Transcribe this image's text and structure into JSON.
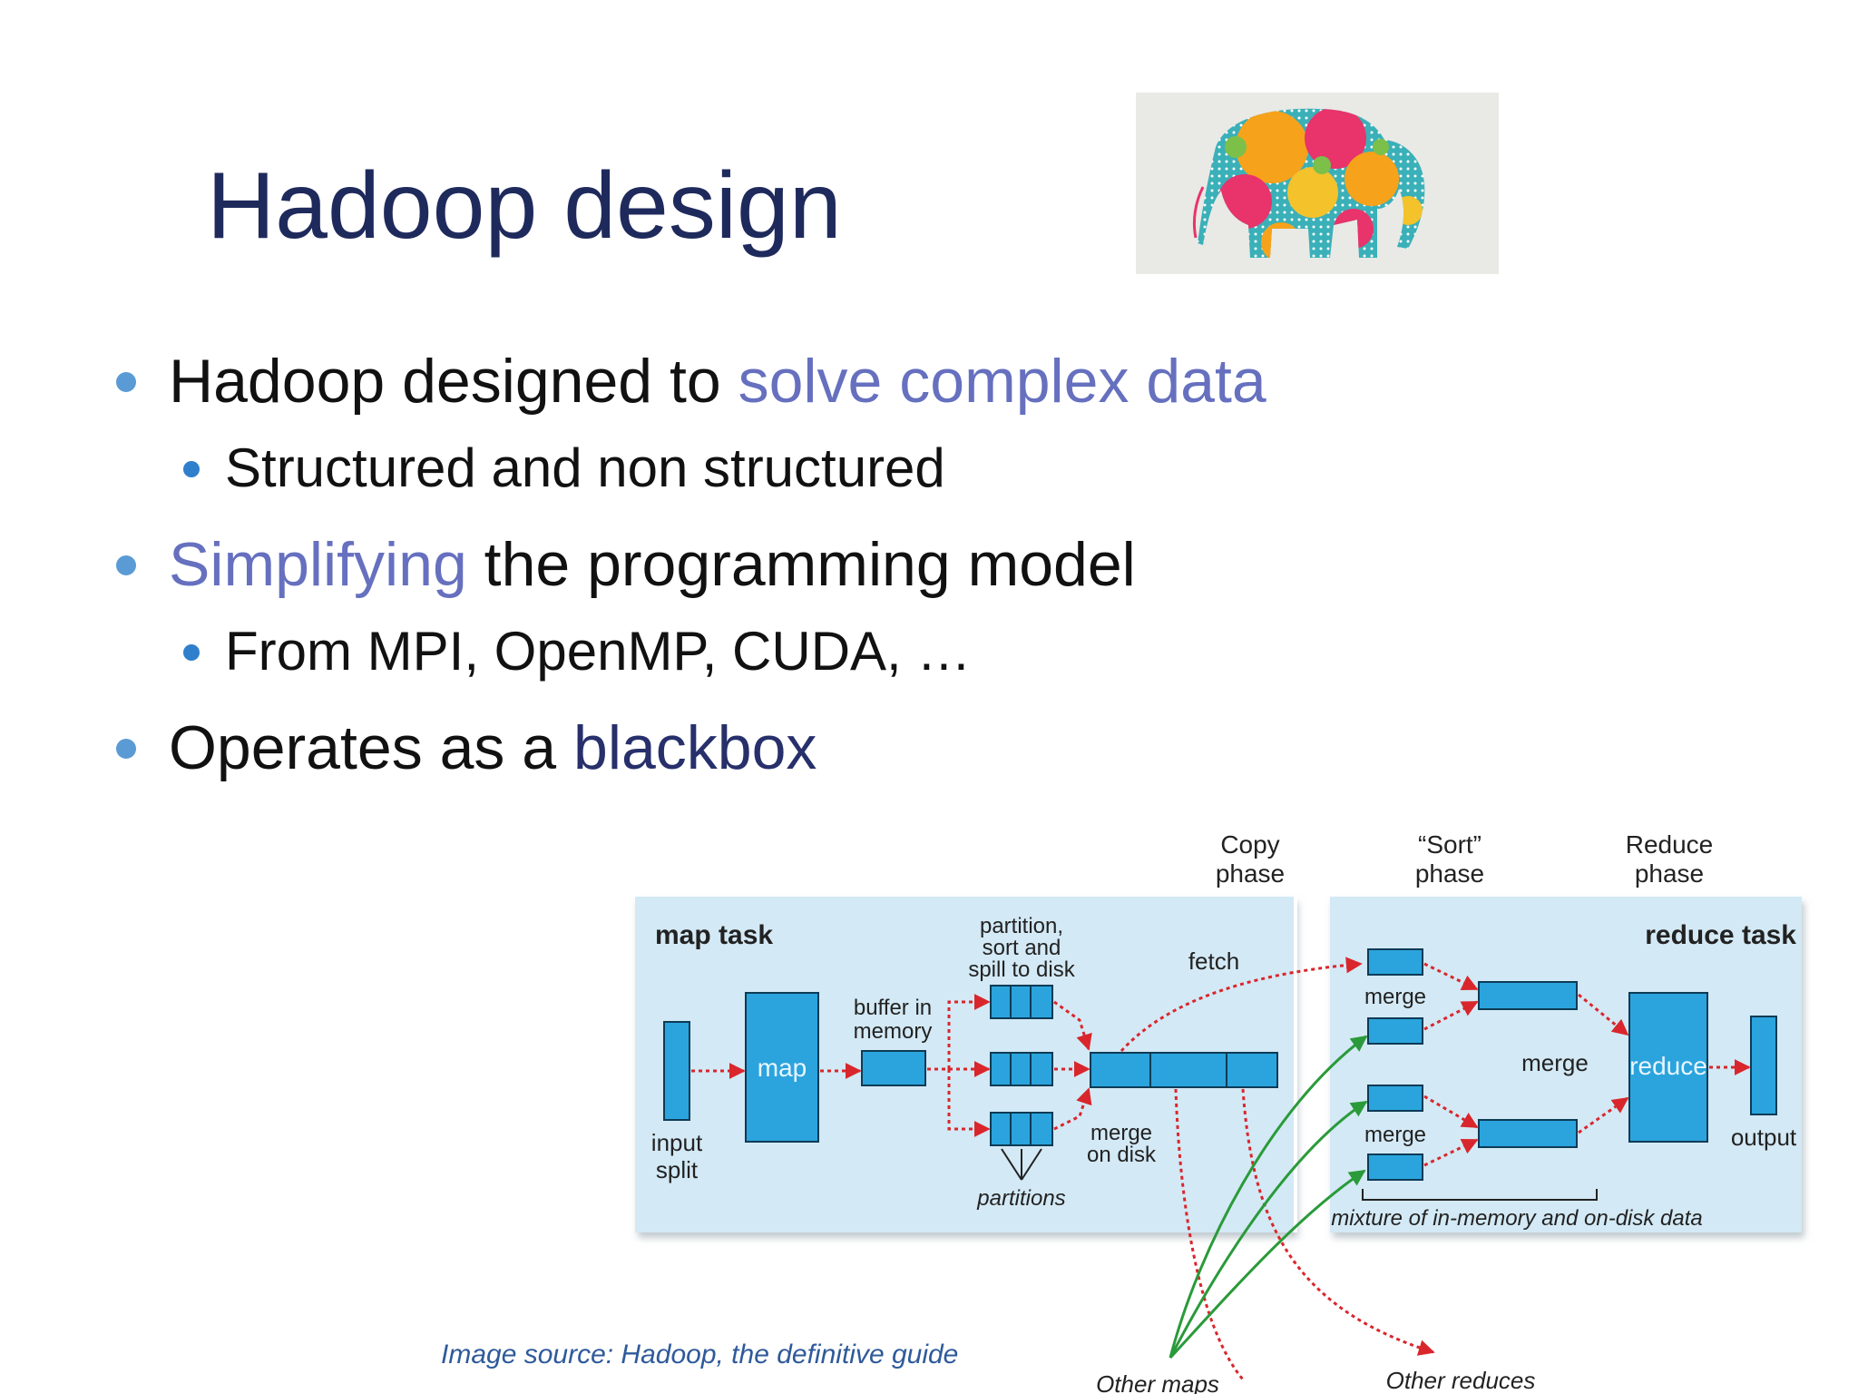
{
  "slide": {
    "title": "Hadoop design",
    "caption": "Image source: Hadoop, the definitive guide"
  },
  "bullets": [
    {
      "pre": "Hadoop designed to ",
      "hl": "solve complex data",
      "post": ""
    },
    {
      "pre": "Structured and non structured",
      "hl": "",
      "post": ""
    },
    {
      "pre": "",
      "hl": "Simplifying",
      "post": " the programming model"
    },
    {
      "pre": "From MPI, OpenMP, CUDA, …",
      "hl": "",
      "post": ""
    },
    {
      "pre": "Operates as a ",
      "hl": "blackbox",
      "post": ""
    }
  ],
  "diagram": {
    "phases": {
      "copy_1": "Copy",
      "copy_2": "phase",
      "sort_1": "“Sort”",
      "sort_2": "phase",
      "reduce_1": "Reduce",
      "reduce_2": "phase"
    },
    "map_task": "map task",
    "reduce_task": "reduce task",
    "input_1": "input",
    "input_2": "split",
    "map": "map",
    "buffer_1": "buffer in",
    "buffer_2": "memory",
    "partition_1": "partition,",
    "partition_2": "sort and",
    "partition_3": "spill to disk",
    "partitions": "partitions",
    "merge_disk_1": "merge",
    "merge_disk_2": "on disk",
    "fetch": "fetch",
    "merge_a": "merge",
    "merge_b": "merge",
    "merge_c": "merge",
    "reduce": "reduce",
    "output": "output",
    "mixture": "mixture of in-memory and on-disk data",
    "other_maps": "Other maps",
    "other_reduces": "Other reduces",
    "colors": {
      "panel": "#d3e9f5",
      "box": "#2ba4dd",
      "arrow_red": "#d9262c",
      "arrow_green": "#2a9a3a"
    }
  }
}
